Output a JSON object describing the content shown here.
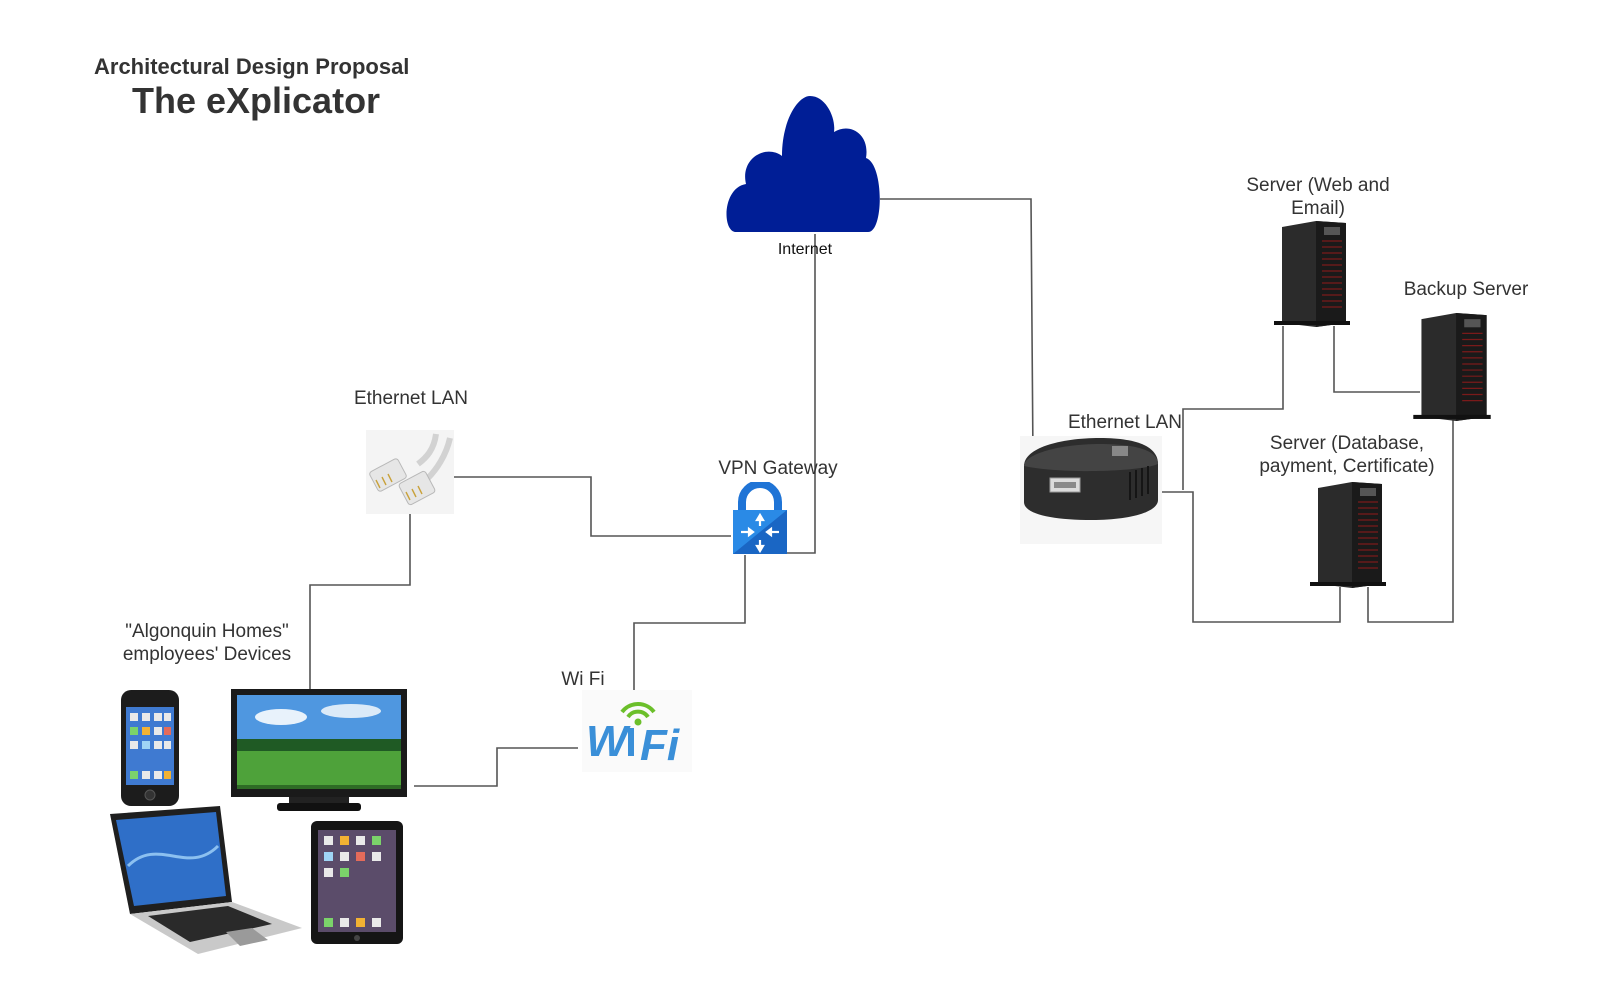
{
  "header": {
    "subtitle": "Architectural Design Proposal",
    "title": "The eXplicator"
  },
  "labels": {
    "internet": "Internet",
    "ethernet_lan_left": "Ethernet LAN",
    "vpn_gateway": "VPN Gateway",
    "wifi": "Wi Fi",
    "devices": "\"Algonquin Homes\" employees' Devices",
    "ethernet_lan_right": "Ethernet LAN",
    "server_web_email": "Server (Web and Email)",
    "backup_server": "Backup Server",
    "server_db": "Server (Database, payment, Certificate)"
  },
  "colors": {
    "cloud": "#001e96",
    "connector": "#555555",
    "lock_blue": "#1f74d6",
    "wifi_blue": "#3a8fd8",
    "wifi_green": "#6bbf2a",
    "server_body": "#2b2b2b"
  },
  "icons": {
    "cloud": "cloud-icon",
    "ethernet_left": "ethernet-cable-icon",
    "vpn": "vpn-lock-icon",
    "wifi": "wifi-icon",
    "router": "lan-router-icon",
    "server": "tower-server-icon",
    "phone": "smartphone-icon",
    "tv": "tv-icon",
    "laptop": "laptop-icon",
    "tablet": "tablet-icon"
  }
}
